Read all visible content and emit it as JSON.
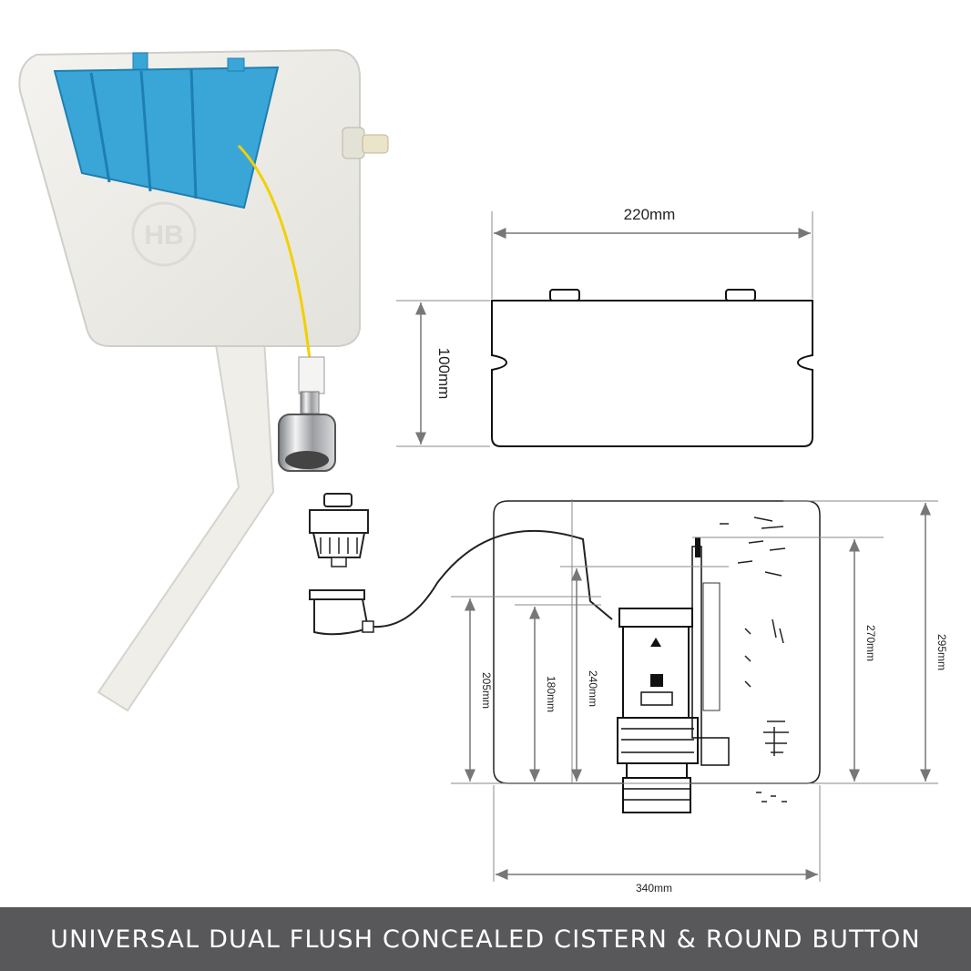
{
  "banner": {
    "title": "UNIVERSAL DUAL FLUSH CONCEALED CISTERN & ROUND BUTTON"
  },
  "top_view": {
    "width_label": "220mm",
    "depth_label": "100mm"
  },
  "front_view": {
    "width_label": "340mm",
    "height_labels": {
      "h205": "205mm",
      "h180": "180mm",
      "h240": "240mm",
      "h270": "270mm",
      "h295": "295mm"
    }
  },
  "product": {
    "logo_text": "HB"
  },
  "colors": {
    "lid_blue": "#3aa6d8",
    "banner_bg": "#58585a",
    "cable_yellow": "#f2d000"
  }
}
